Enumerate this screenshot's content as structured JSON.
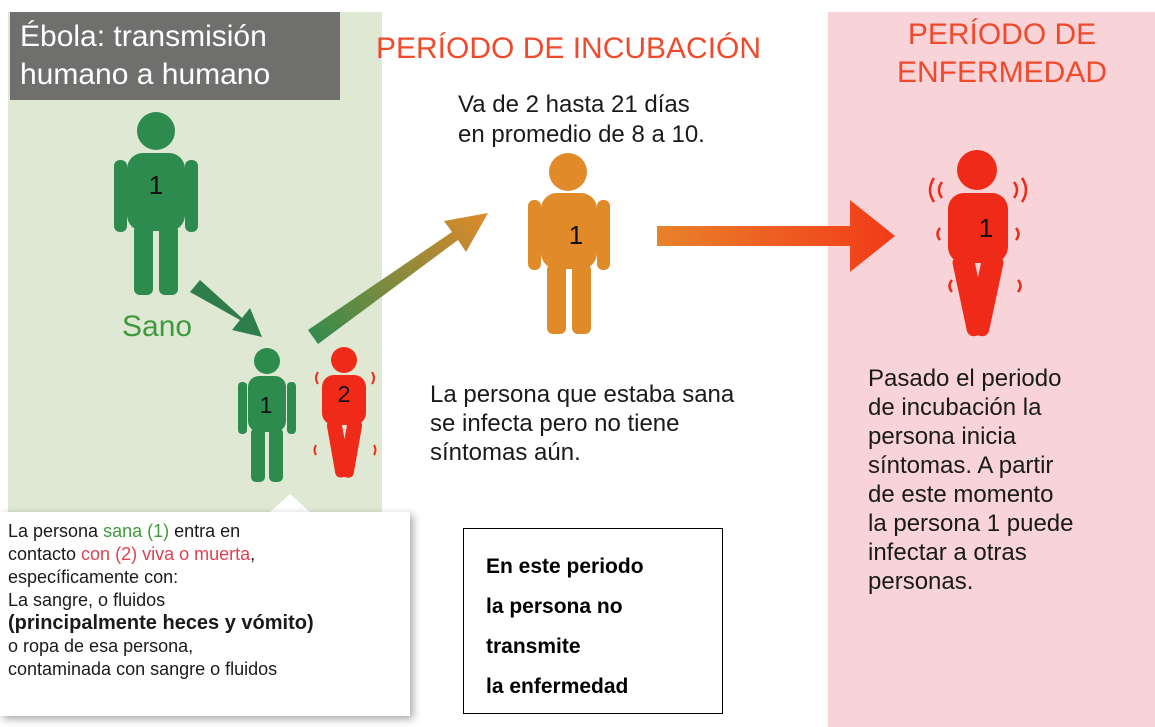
{
  "title": "Ébola: transmisión humano  a humano",
  "headings": {
    "incubation": "PERÍODO DE INCUBACIÓN",
    "illness": "PERÍODO DE ENFERMEDAD"
  },
  "incubation_range": [
    "Va de 2  hasta 21 días",
    "en promedio de 8 a 10."
  ],
  "sano_label": "Sano",
  "figure_labels": {
    "healthy": "1",
    "contact": "1",
    "sick_source": "2",
    "incubating": "1",
    "sick": "1"
  },
  "infection_text": [
    "La persona que estaba sana",
    "se infecta pero no tiene",
    "síntomas aún."
  ],
  "illness_text": [
    "Pasado el periodo",
    "de incubación la",
    "persona  inicia",
    "síntomas. A partir",
    "de este momento",
    "la persona 1 puede",
    "infectar a otras",
    "personas."
  ],
  "contact_box": {
    "l1_a": "La persona ",
    "l1_b": "sana (1)",
    "l1_c": " entra en",
    "l2_a": "contacto ",
    "l2_b": "con (2) viva o muerta",
    "l2_c": ",",
    "l3": "específicamente con:",
    "l4": "La sangre, o fluidos",
    "l5": "(principalmente heces y vómito)",
    "l6": "o ropa  de esa persona,",
    "l7": "contaminada  con sangre o fluidos"
  },
  "transmit_box": [
    "En este periodo",
    "la persona no",
    "transmite",
    "la enfermedad"
  ],
  "colors": {
    "healthy": "#2e8b4e",
    "incubating": "#e08a2a",
    "sick": "#f02a18",
    "heading": "#f04a2c",
    "title_bg": "#6f706e",
    "green_panel": "#dfe8d3",
    "pink_panel": "#f8d3d8"
  }
}
